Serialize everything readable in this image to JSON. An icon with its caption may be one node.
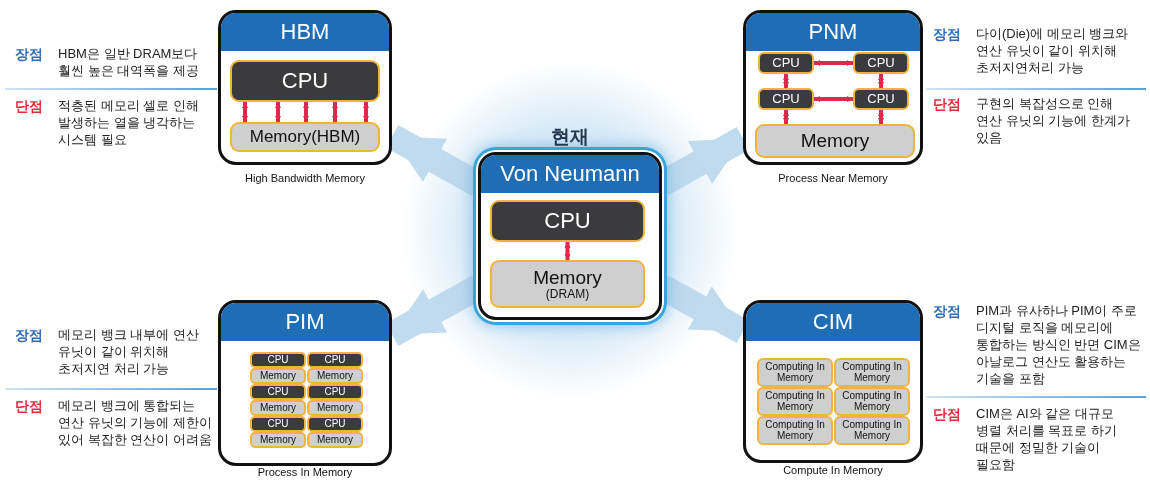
{
  "diagram": {
    "nodes": [
      {
        "text": [
          "Von Neumann"
        ],
        "beside": [
          "현재"
        ]
      },
      {
        "text": [
          "CPU"
        ],
        "in": 0
      },
      {
        "text": [
          "Memory",
          "(DRAM)"
        ],
        "in": 0
      },
      {
        "text": [
          "HBM"
        ],
        "beside": [
          "High Bandwidth Memory"
        ]
      },
      {
        "text": [
          "CPU"
        ],
        "in": 3
      },
      {
        "text": [
          "Memory(HBM)"
        ],
        "in": 3
      },
      {
        "text": [
          "PNM"
        ],
        "beside": [
          "Process Near Memory"
        ]
      },
      {
        "text": [
          "CPU"
        ],
        "in": 6
      },
      {
        "text": [
          "CPU"
        ],
        "in": 6
      },
      {
        "text": [
          "CPU"
        ],
        "in": 6
      },
      {
        "text": [
          "CPU"
        ],
        "in": 6
      },
      {
        "text": [
          "Memory"
        ],
        "in": 6
      },
      {
        "text": [
          "PIM"
        ],
        "beside": [
          "Process In Memory"
        ]
      },
      {
        "text": [
          "CPU"
        ],
        "in": 12
      },
      {
        "text": [
          "CPU"
        ],
        "in": 12
      },
      {
        "text": [
          "Memory"
        ],
        "in": 12
      },
      {
        "text": [
          "Memory"
        ],
        "in": 12
      },
      {
        "text": [
          "CPU"
        ],
        "in": 12
      },
      {
        "text": [
          "CPU"
        ],
        "in": 12
      },
      {
        "text": [
          "Memory"
        ],
        "in": 12
      },
      {
        "text": [
          "Memory"
        ],
        "in": 12
      },
      {
        "text": [
          "CPU"
        ],
        "in": 12
      },
      {
        "text": [
          "CPU"
        ],
        "in": 12
      },
      {
        "text": [
          "Memory"
        ],
        "in": 12
      },
      {
        "text": [
          "Memory"
        ],
        "in": 12
      },
      {
        "text": [
          "CIM"
        ],
        "beside": [
          "Compute In Memory"
        ]
      },
      {
        "text": [
          "Computing In Memory"
        ],
        "in": 25
      },
      {
        "text": [
          "Computing In Memory"
        ],
        "in": 25
      },
      {
        "text": [
          "Computing In Memory"
        ],
        "in": 25
      },
      {
        "text": [
          "Computing In Memory"
        ],
        "in": 25
      },
      {
        "text": [
          "Computing In Memory"
        ],
        "in": 25
      },
      {
        "text": [
          "Computing In Memory"
        ],
        "in": 25
      }
    ],
    "edges": [
      {
        "from": 0,
        "to": 3,
        "arrow": "to",
        "style": "thick",
        "color": "#b7d5ec"
      },
      {
        "from": 0,
        "to": 6,
        "arrow": "to",
        "style": "thick",
        "color": "#b7d5ec"
      },
      {
        "from": 0,
        "to": 12,
        "arrow": "to",
        "style": "thick",
        "color": "#b7d5ec"
      },
      {
        "from": 0,
        "to": 25,
        "arrow": "to",
        "style": "thick",
        "color": "#b7d5ec"
      },
      {
        "from": 1,
        "to": 2,
        "arrow": "both"
      },
      {
        "from": 4,
        "to": 5,
        "arrow": "both"
      },
      {
        "from": 4,
        "to": 5,
        "arrow": "both"
      },
      {
        "from": 4,
        "to": 5,
        "arrow": "both"
      },
      {
        "from": 4,
        "to": 5,
        "arrow": "both"
      },
      {
        "from": 4,
        "to": 5,
        "arrow": "both"
      },
      {
        "from": 7,
        "to": 8,
        "arrow": "both"
      },
      {
        "from": 7,
        "to": 9,
        "arrow": "both"
      },
      {
        "from": 8,
        "to": 10,
        "arrow": "both"
      },
      {
        "from": 9,
        "to": 10,
        "arrow": "both"
      },
      {
        "from": 9,
        "to": 11,
        "arrow": "both"
      },
      {
        "from": 10,
        "to": 11,
        "arrow": "both"
      }
    ],
    "labels": [
      "장점",
      "HBM은 일반 DRAM보다 훨씬 높은 대역폭을 제공",
      "단점",
      "적층된 메모리 셀로 인해 발생하는 열을 냉각하는 시스템 필요",
      "장점",
      "다이(Die)에 메모리 뱅크와 연산 유닛이 같이 위치해 초저지연처리 가능",
      "단점",
      "구현의 복잡성으로 인해 연산 유닛의 기능에 한계가 있음",
      "장점",
      "메모리 뱅크 내부에 연산 유닛이 같이 위치해 초저지연 처리 가능",
      "단점",
      "메모리 뱅크에 통합되는 연산 유닛의 기능에 제한이 있어 복잡한 연산이 어려움",
      "장점",
      "PIM과 유사하나 PIM이 주로 디지털 로직을 메모리에 통합하는 방식인 반면 CIM은 아날로그 연산도 활용하는 기술을 포함",
      "단점",
      "CIM은 AI와 같은 대규모 병렬 처리를 목표로 하기 때문에 정밀한 기술이 필요함"
    ]
  }
}
